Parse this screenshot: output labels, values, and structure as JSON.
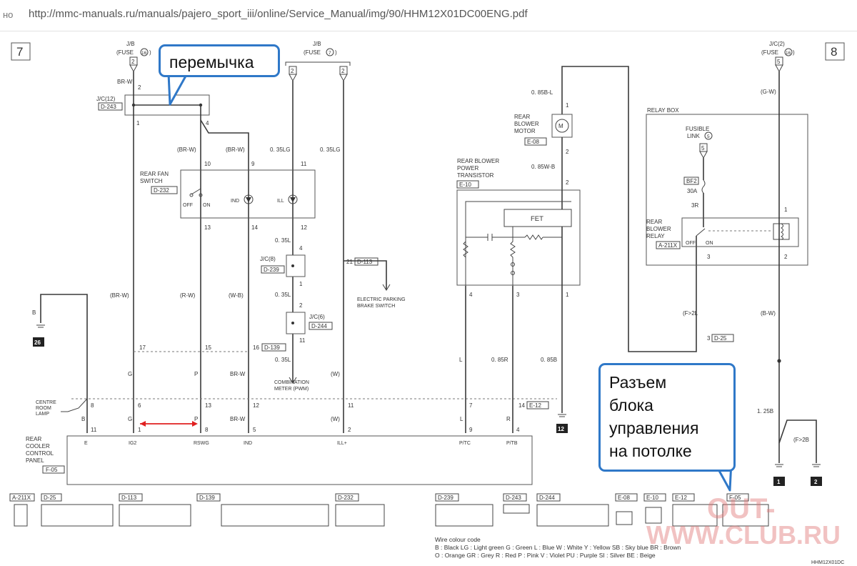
{
  "browser": {
    "prefix": "но",
    "url": "http://mmc-manuals.ru/manuals/pajero_sport_iii/online/Service_Manual/img/90/HHM12X01DC00ENG.pdf"
  },
  "page_left": "7",
  "page_right": "8",
  "top": {
    "jb_left": "J/B",
    "fuse_left": "(FUSE",
    "fuse_left_num": "16",
    "fuse_left_pin": "2",
    "jb_mid": "J/B",
    "fuse_mid": "(FUSE",
    "fuse_mid_num": "7",
    "fuse_mid_pin_a": "2",
    "fuse_mid_pin_b": "2",
    "jc2": "J/C(2)",
    "fuse_right": "(FUSE",
    "fuse_right_num": "16",
    "fuse_right_pin": "5",
    "close_paren": ")"
  },
  "labels": {
    "brw_top": "BR-W",
    "pin2": "2",
    "jc12": "J/C(12)",
    "d243": "D-243",
    "pin1": "1",
    "pin4": "4",
    "brw_p1": "(BR-W)",
    "brw_p2": "(BR-W)",
    "lg_a": "0. 35LG",
    "lg_b": "0. 35LG",
    "p10": "10",
    "p9": "9",
    "p11": "11",
    "rear_fan_switch": "REAR FAN",
    "rear_fan_switch2": "SWITCH",
    "d232": "D-232",
    "off": "OFF",
    "on": "ON",
    "ind": "IND",
    "ill": "ILL",
    "p13": "13",
    "p14": "14",
    "p12": "12",
    "l035": "0. 35L",
    "jc8": "J/C(8)",
    "d239": "D-239",
    "p4b": "4",
    "p1b": "1",
    "p21": "21",
    "d113": "D-113",
    "epb1": "ELECTRIC PARKING",
    "epb2": "BRAKE SWITCH",
    "brw_w": "(BR-W)",
    "rw": "(R-W)",
    "wb": "(W-B)",
    "l035b": "0. 35L",
    "jc6": "J/C(6)",
    "d244": "D-244",
    "p2c": "2",
    "p11c": "11",
    "b_left": "B",
    "gnd26": "26",
    "p17": "17",
    "p15": "15",
    "p16": "16",
    "d139": "D-139",
    "l035c": "0. 35L",
    "g1": "G",
    "p1": "P",
    "brw1": "BR-W",
    "w1": "(W)",
    "comb1": "COMBINATION",
    "comb2": "METER (PWM)",
    "crl1": "CENTRE",
    "crl2": "ROOM",
    "crl3": "LAMP",
    "p8": "8",
    "p6": "6",
    "p13b": "13",
    "p12b": "12",
    "p11d": "11",
    "b2": "B",
    "g2": "G",
    "p2": "P",
    "brw2": "BR-W",
    "w2": "(W)",
    "p11e": "11",
    "p1e": "1",
    "p8e": "8",
    "p5e": "5",
    "p2e": "2",
    "panel1": "REAR",
    "panel2": "COOLER",
    "panel3": "CONTROL",
    "panel4": "PANEL",
    "f05": "F-05",
    "t_e": "E",
    "t_ig2": "IG2",
    "t_rswg": "RSWG",
    "t_ind": "IND",
    "t_ill": "ILL+",
    "t_ptc": "P/TC",
    "t_ptb": "P/TB",
    "b085l": "0. 85B-L",
    "pin1m": "1",
    "rbm1": "REAR",
    "rbm2": "BLOWER",
    "rbm3": "MOTOR",
    "e08": "E-08",
    "pin2m": "2",
    "wb085": "0. 85W-B",
    "pin2t": "2",
    "rbpt1": "REAR BLOWER",
    "rbpt2": "POWER",
    "rbpt3": "TRANSISTOR",
    "e10": "E-10",
    "fet": "FET",
    "pt4": "4",
    "pt3": "3",
    "pt1": "1",
    "l_w": "L",
    "r085": "0. 85R",
    "b085": "0. 85B",
    "p7": "7",
    "p14b": "14",
    "e12": "E-12",
    "l2": "L",
    "r2": "R",
    "p9e": "9",
    "p4e": "4",
    "gnd12": "12",
    "relay_box": "RELAY BOX",
    "fl1": "FUSIBLE",
    "fl2": "LINK",
    "fl_num": "5",
    "fl_pin": "5",
    "bf2": "BF2",
    "a30": "30A",
    "r3": "3R",
    "rbr1": "REAR",
    "rbr2": "BLOWER",
    "rbr3": "RELAY",
    "a211": "A-211X",
    "rp1": "1",
    "rp2": "2",
    "rp3": "3",
    "f2l": "(F>2L",
    "p3d": "3",
    "d25": "D-25",
    "gw": "(G-W)",
    "bw": "(B-W)",
    "b125": "1. 25B",
    "f2b": "(F>2B",
    "gnd1": "1",
    "gnd2": "2"
  },
  "connectors": [
    "A-211X",
    "D-25",
    "D-113",
    "D-139",
    "D-232",
    "D-239",
    "D-243",
    "D-244",
    "E-08",
    "E-10",
    "E-12",
    "F-05"
  ],
  "legend": {
    "title": "Wire colour code",
    "line1": "B : Black    LG : Light green    G : Green    L : Blue    W : White    Y : Yellow    SB : Sky blue    BR : Brown",
    "line2": "O : Orange    GR : Grey    R : Red    P : Pink    V : Violet    PU : Purple    SI : Silver    BE : Beige"
  },
  "doc_id": "HHM12X01DC",
  "callouts": {
    "jumper": "перемычка",
    "connector_lines": [
      "Разъем",
      "блока",
      "управления",
      "на потолке"
    ]
  },
  "watermark": {
    "line1": "OUT-",
    "line2": "WWW.CLUB.RU"
  },
  "colors": {
    "callout_border": "#2f78c8",
    "arrow": "#e02020",
    "watermark": "#e07878"
  }
}
